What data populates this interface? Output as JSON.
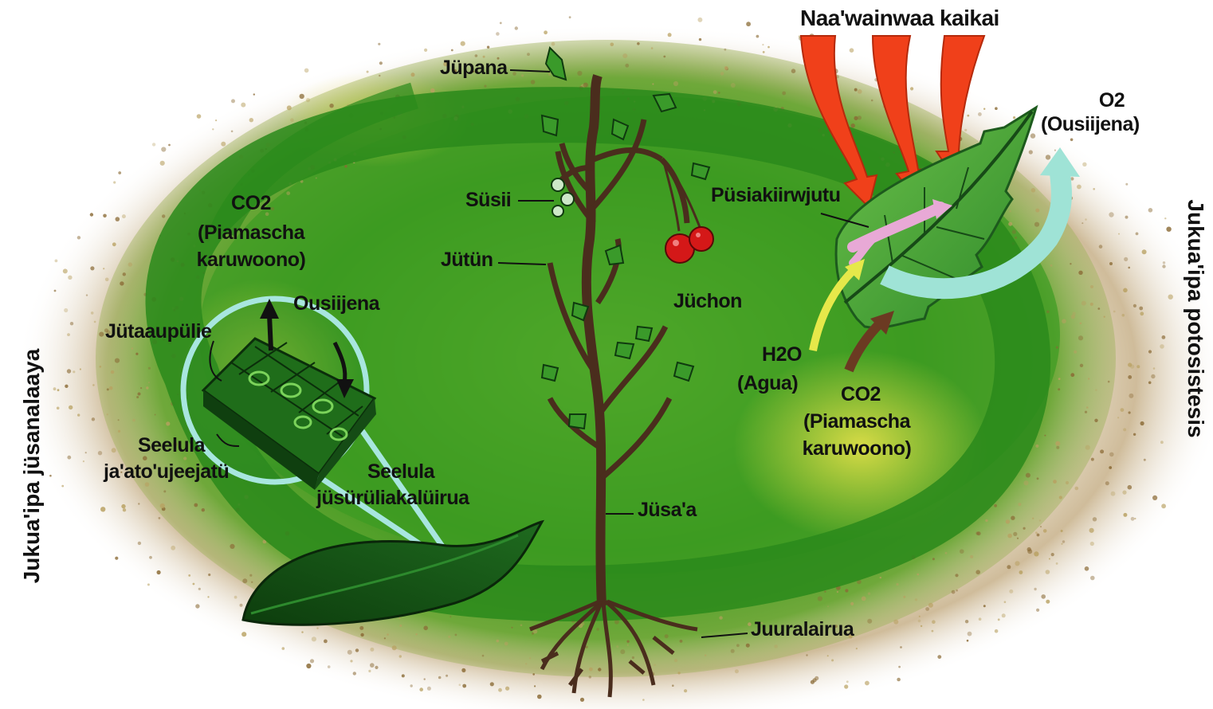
{
  "labels": {
    "sunlight": "Naa'wainwaa kaikai",
    "o2_top_formula": "O2",
    "o2_top_name": "(Ousiijena)",
    "chlorophyll": "Püsiakiirwjutu",
    "h2o_formula": "H2O",
    "h2o_name": "(Agua)",
    "co2_right_formula": "CO2",
    "co2_right_line1": "(Piamascha",
    "co2_right_line2": "karuwoono)",
    "co2_left_formula": "CO2",
    "co2_left_line1": "(Piamascha",
    "co2_left_line2": "karuwoono)",
    "oxygen_left": "Ousiijena",
    "stoma": "Jütaaupülie",
    "guard_cells_line1": "Seelula",
    "guard_cells_line2": "ja'ato'ujeejatü",
    "sub_cells_line1": "Seelula",
    "sub_cells_line2": "jüsürüliakalüirua",
    "leaf": "Jüpana",
    "flower": "Süsii",
    "branch": "Jütün",
    "fruit": "Jüchon",
    "trunk": "Jüsa'a",
    "roots": "Juuralairua"
  },
  "side": {
    "left": "Jukua'ipa jüsanalaaya",
    "right": "Jukua'ipa potosistesis"
  },
  "colors": {
    "dark_green": "#1f7a14",
    "light_green": "#4caf2a",
    "sun_arrow": "#f0401a",
    "o2_arrow": "#9fe3d6",
    "co2_arrow": "#6b3a22",
    "h2o_arrow": "#e6e84a",
    "trunk": "#4a2d1d",
    "fruit": "#d41818"
  }
}
